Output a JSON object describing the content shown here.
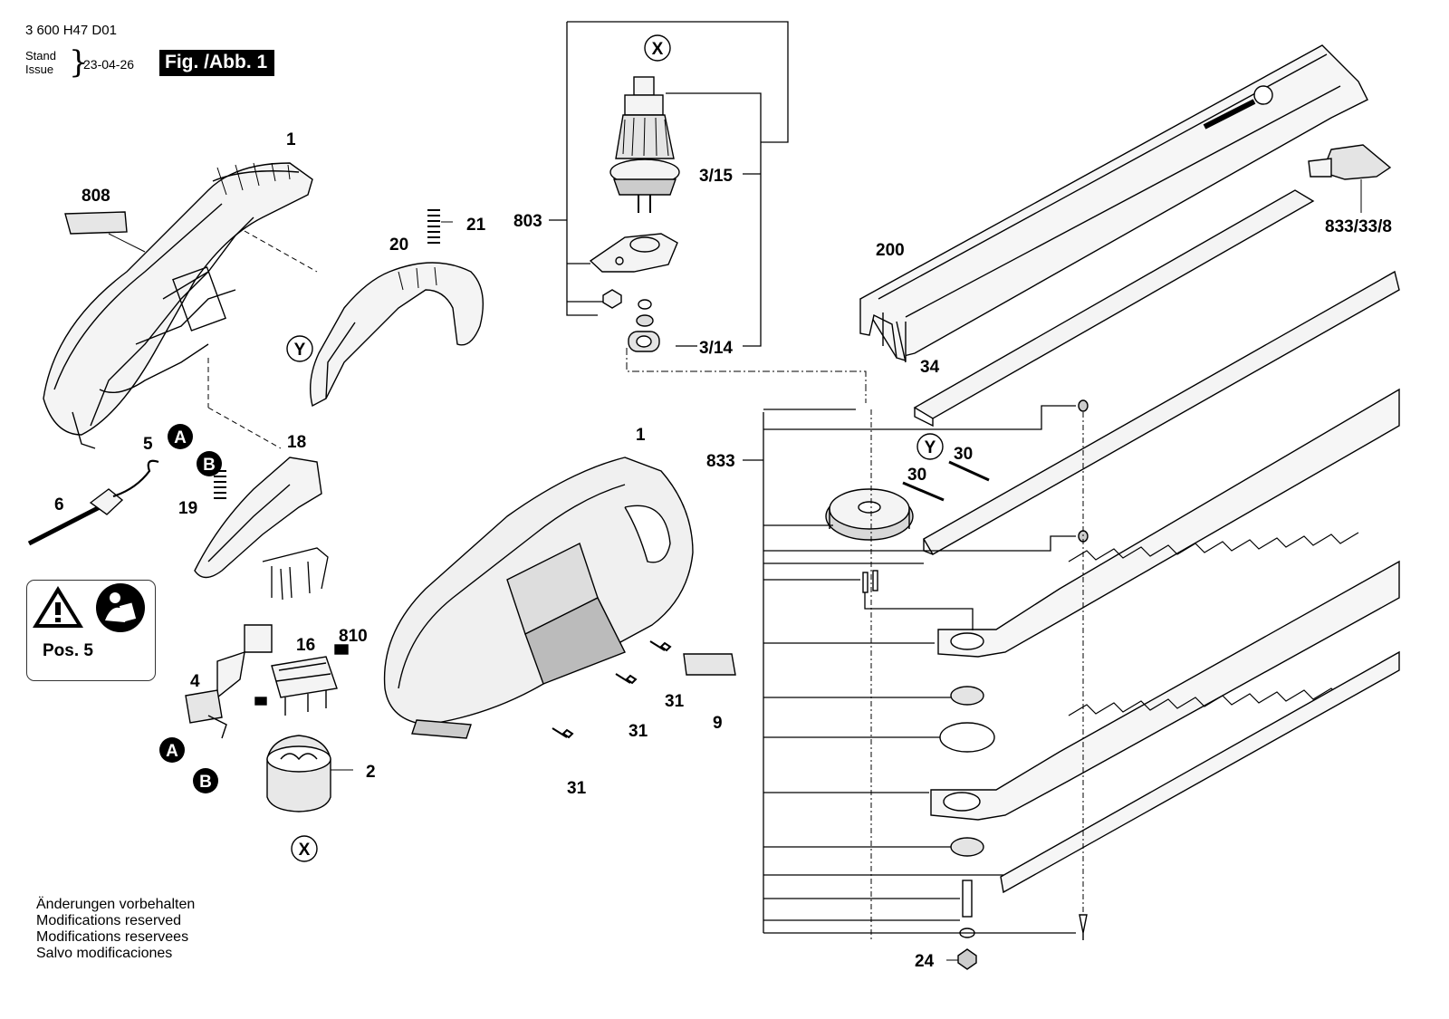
{
  "header": {
    "code": "3 600 H47 D01",
    "stand_lines": [
      "Stand",
      "Issue"
    ],
    "date": "23-04-26",
    "figure_label": "Fig. /Abb. 1"
  },
  "footer": {
    "lines": [
      "Änderungen vorbehalten",
      "Modifications reserved",
      "Modifications reservees",
      "Salvo modificaciones"
    ]
  },
  "warning_box": {
    "label": "Pos. 5",
    "icons": [
      "warning-triangle-icon",
      "read-manual-icon"
    ]
  },
  "reference_markers": [
    "X",
    "Y",
    "A",
    "B"
  ],
  "part_labels": [
    "1",
    "808",
    "21",
    "20",
    "Y",
    "5",
    "A",
    "B",
    "18",
    "6",
    "19",
    "16",
    "810",
    "4",
    "2",
    "X",
    "3/15",
    "803",
    "3/14",
    "833",
    "30",
    "34",
    "200",
    "833/33/8",
    "31",
    "9",
    "24"
  ]
}
